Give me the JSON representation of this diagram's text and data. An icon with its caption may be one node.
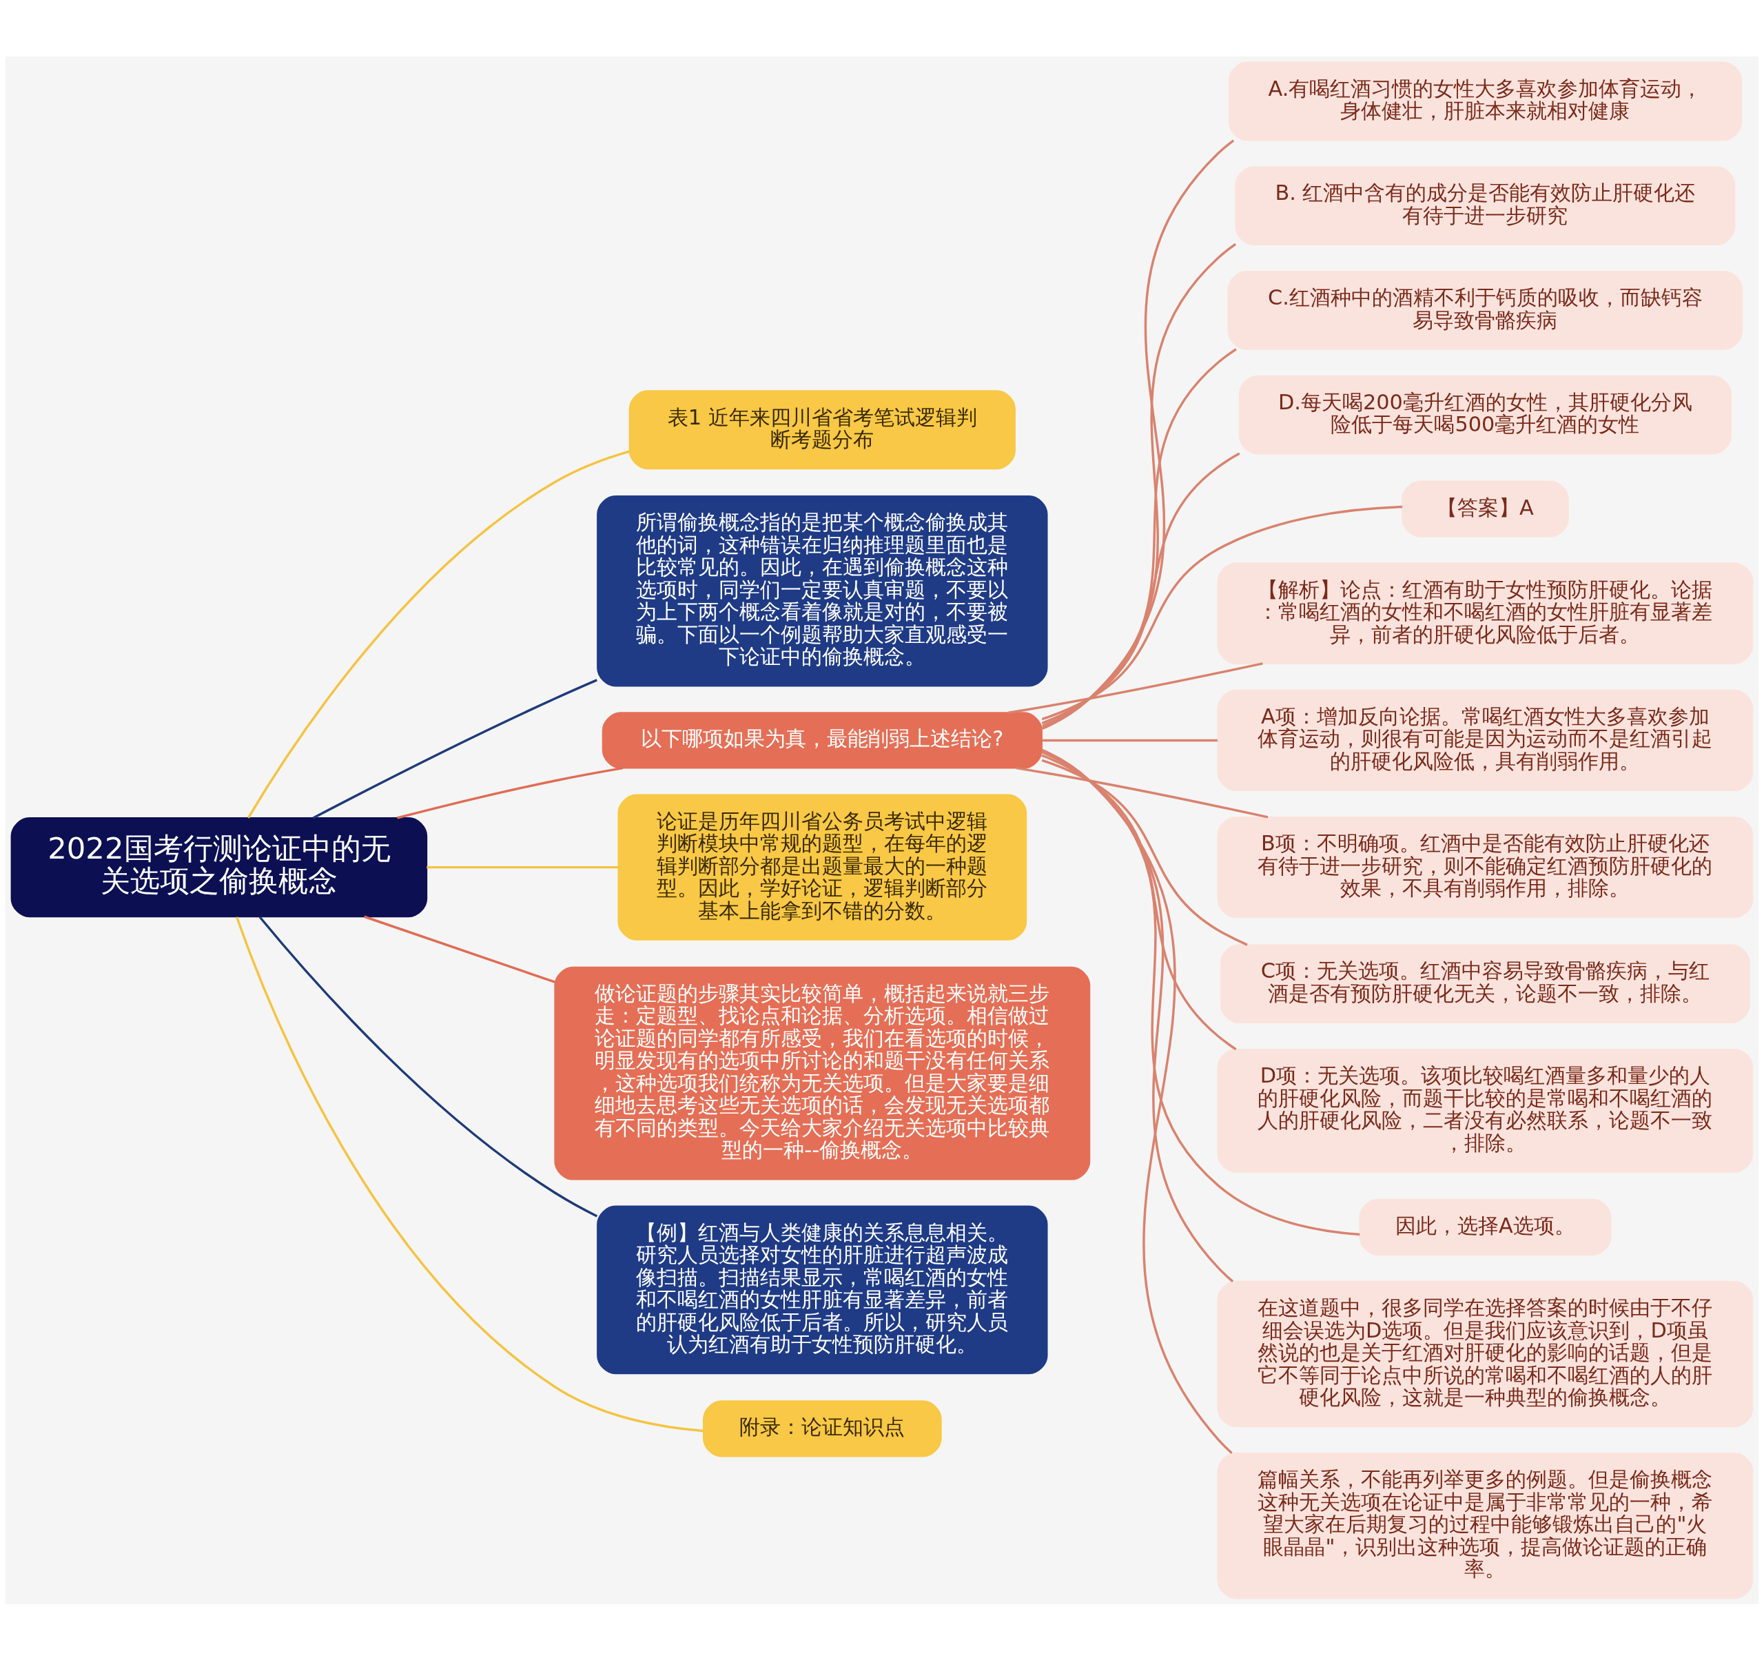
{
  "diagram": {
    "nodes": [
      {
        "text": [
          "2022国考行测论证中的无关选项之偷换概念"
        ]
      },
      {
        "text": [
          "表1 近年来四川省省考笔试逻辑判断考题分布"
        ]
      },
      {
        "text": [
          "所谓偷换概念指的是把某个概念偷换成其他的词，这种错误在归纳推理题里面也是比较常见的。因此，在遇到偷换概念这种选项时，同学们一定要认真审题，不要以为上下两个概念看着像就是对的，不要被骗。下面以一个例题帮助大家直观感受一下论证中的偷换概念。"
        ]
      },
      {
        "text": [
          "以下哪项如果为真，最能削弱上述结论?"
        ]
      },
      {
        "text": [
          "A.有喝红酒习惯的女性大多喜欢参加体育运动，身体健壮，肝脏本来就相对健康"
        ]
      },
      {
        "text": [
          "B. 红酒中含有的成分是否能有效防止肝硬化还有待于进一步研究"
        ]
      },
      {
        "text": [
          "C.红酒种中的酒精不利于钙质的吸收，而缺钙容易导致骨骼疾病"
        ]
      },
      {
        "text": [
          "D.每天喝200毫升红酒的女性，其肝硬化分风险低于每天喝500毫升红酒的女性"
        ]
      },
      {
        "text": [
          "【答案】A"
        ]
      },
      {
        "text": [
          "【解析】论点：红酒有助于女性预防肝硬化。论据：常喝红酒的女性和不喝红酒的女性肝脏有显著差异，前者的肝硬化风险低于后者。"
        ]
      },
      {
        "text": [
          "A项：增加反向论据。常喝红酒女性大多喜欢参加体育运动，则很有可能是因为运动而不是红酒引起的肝硬化风险低，具有削弱作用。"
        ]
      },
      {
        "text": [
          "B项：不明确项。红酒中是否能有效防止肝硬化还有待于进一步研究，则不能确定红酒预防肝硬化的效果，不具有削弱作用，排除。"
        ]
      },
      {
        "text": [
          "C项：无关选项。红酒中容易导致骨骼疾病，与红酒是否有预防肝硬化无关，论题不一致，排除。"
        ]
      },
      {
        "text": [
          "D项：无关选项。该项比较喝红酒量多和量少的人的肝硬化风险，而题干比较的是常喝和不喝红酒的人的肝硬化风险，二者没有必然联系，论题不一致，排除。"
        ]
      },
      {
        "text": [
          "因此，选择A选项。"
        ]
      },
      {
        "text": [
          "在这道题中，很多同学在选择答案的时候由于不仔细会误选为D选项。但是我们应该意识到，D项虽然说的也是关于红酒对肝硬化的影响的话题，但是它不等同于论点中所说的常喝和不喝红酒的人的肝硬化风险，这就是一种典型的偷换概念。"
        ]
      },
      {
        "text": [
          "篇幅关系，不能再列举更多的例题。但是偷换概念这种无关选项在论证中是属于非常常见的一种，希望大家在后期复习的过程中能够锻炼出自己的\"火眼晶晶\"，识别出这种选项，提高做论证题的正确率。"
        ]
      },
      {
        "text": [
          "论证是历年四川省公务员考试中逻辑判断模块中常规的题型，在每年的逻辑判断部分都是出题量最大的一种题型。因此，学好论证，逻辑判断部分基本上能拿到不错的分数。"
        ]
      },
      {
        "text": [
          "做论证题的步骤其实比较简单，概括起来说就三步走：定题型、找论点和论据、分析选项。相信做过论证题的同学都有所感受，我们在看选项的时候，明显发现有的选项中所讨论的和题干没有任何关系，这种选项我们统称为无关选项。但是大家要是细细地去思考这些无关选项的话，会发现无关选项都有不同的类型。今天给大家介绍无关选项中比较典型的一种--偷换概念。"
        ]
      },
      {
        "text": [
          "【例】红酒与人类健康的关系息息相关。研究人员选择对女性的肝脏进行超声波成像扫描。扫描结果显示，常喝红酒的女性和不喝红酒的女性肝脏有显著差异，前者的肝硬化风险低于后者。所以，研究人员认为红酒有助于女性预防肝硬化。"
        ]
      },
      {
        "text": [
          "附录：论证知识点"
        ]
      }
    ],
    "edges": [
      {
        "from": 0,
        "to": 1,
        "arrow": "none",
        "color": "#f5c342"
      },
      {
        "from": 0,
        "to": 2,
        "arrow": "none",
        "color": "#1e3a7a"
      },
      {
        "from": 0,
        "to": 3,
        "arrow": "none",
        "color": "#e06c55"
      },
      {
        "from": 3,
        "to": 4,
        "arrow": "none"
      },
      {
        "from": 3,
        "to": 5,
        "arrow": "none"
      },
      {
        "from": 3,
        "to": 6,
        "arrow": "none"
      },
      {
        "from": 3,
        "to": 7,
        "arrow": "none"
      },
      {
        "from": 3,
        "to": 8,
        "arrow": "none"
      },
      {
        "from": 3,
        "to": 9,
        "arrow": "none"
      },
      {
        "from": 3,
        "to": 10,
        "arrow": "none"
      },
      {
        "from": 3,
        "to": 11,
        "arrow": "none"
      },
      {
        "from": 3,
        "to": 12,
        "arrow": "none"
      },
      {
        "from": 3,
        "to": 13,
        "arrow": "none"
      },
      {
        "from": 3,
        "to": 14,
        "arrow": "none"
      },
      {
        "from": 3,
        "to": 15,
        "arrow": "none"
      },
      {
        "from": 3,
        "to": 16,
        "arrow": "none"
      },
      {
        "from": 0,
        "to": 17,
        "arrow": "none",
        "color": "#f5c342"
      },
      {
        "from": 0,
        "to": 18,
        "arrow": "none",
        "color": "#e06c55"
      },
      {
        "from": 0,
        "to": 19,
        "arrow": "none",
        "color": "#1e3a7a"
      },
      {
        "from": 0,
        "to": 20,
        "arrow": "none",
        "color": "#f5c342"
      }
    ]
  }
}
